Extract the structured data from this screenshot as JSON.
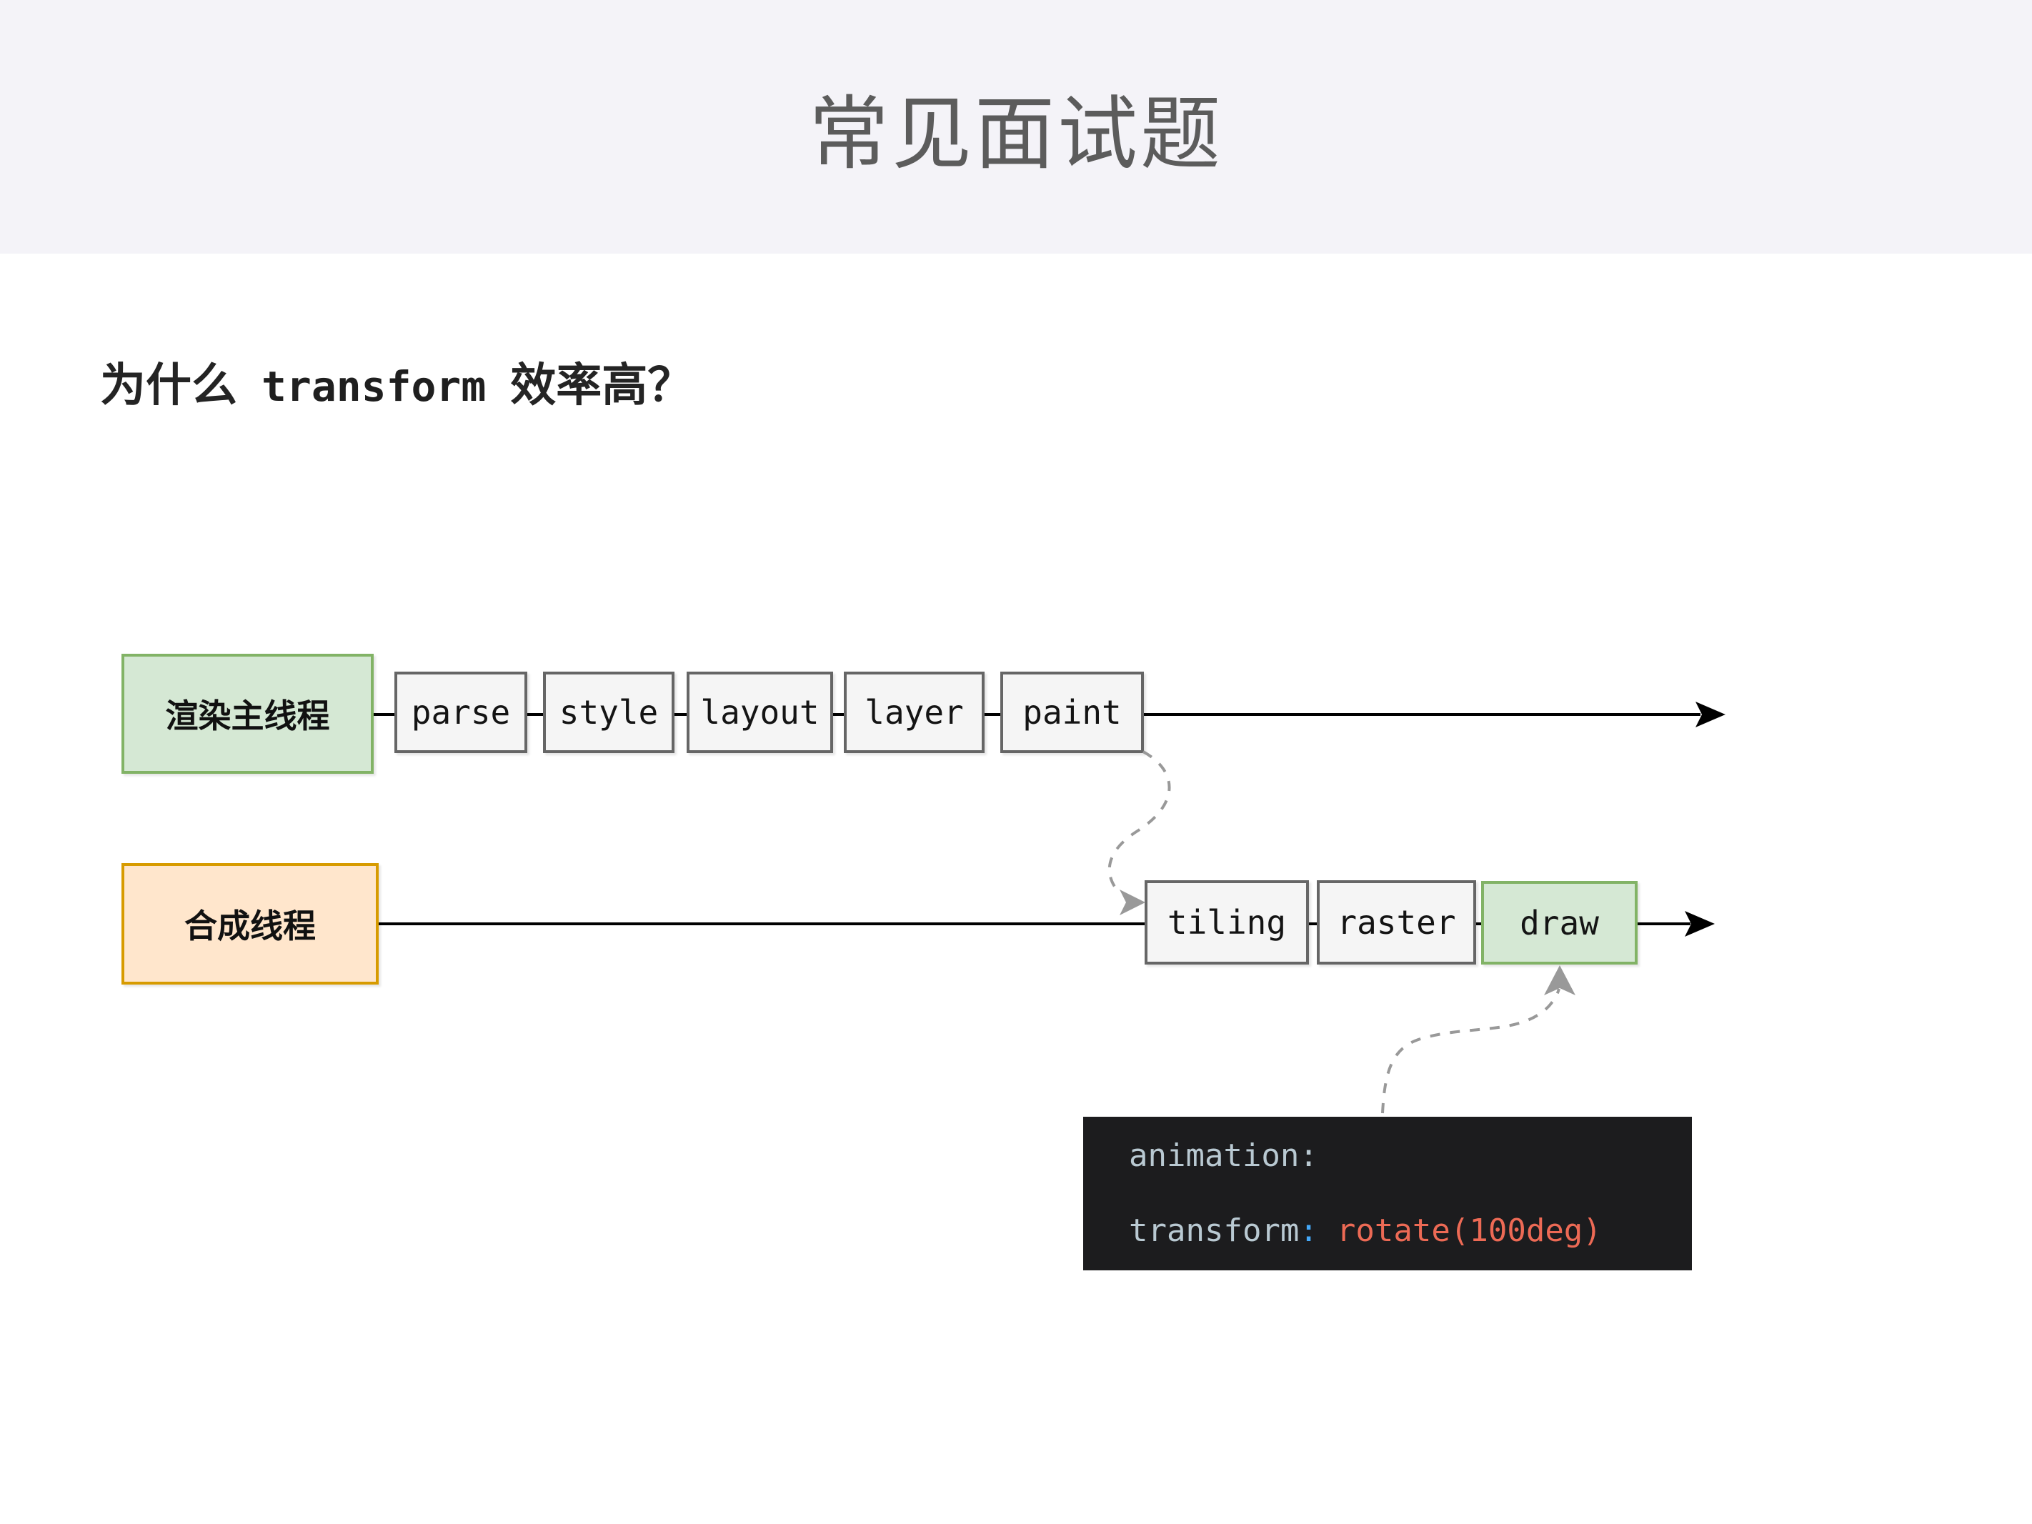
{
  "header": {
    "title": "常见面试题"
  },
  "question": {
    "prefix": "为什么",
    "keyword": "transform",
    "suffix": "效率高？"
  },
  "diagram": {
    "main_thread": {
      "label": "渲染主线程",
      "steps": [
        "parse",
        "style",
        "layout",
        "layer",
        "paint"
      ]
    },
    "compositor_thread": {
      "label": "合成线程",
      "steps": [
        "tiling",
        "raster",
        "draw"
      ]
    }
  },
  "code_block": {
    "line1": {
      "property": "animation",
      "colon": ":"
    },
    "line2": {
      "property": "transform",
      "colon": ":",
      "value": "rotate(100deg)"
    }
  },
  "colors": {
    "header_bg": "#f4f3f8",
    "main_thread_fill": "#d5e8d4",
    "main_thread_border": "#82b366",
    "compositor_fill": "#ffe6cc",
    "compositor_border": "#d79b00",
    "step_fill": "#f5f5f5",
    "step_border": "#666666",
    "solid_line": "#000000",
    "dashed_arrow": "#999999",
    "code_bg": "#1c1c1e",
    "code_property": "#b9c9d2",
    "code_colon_accent": "#45a9f9",
    "code_value": "#ed6a55"
  }
}
